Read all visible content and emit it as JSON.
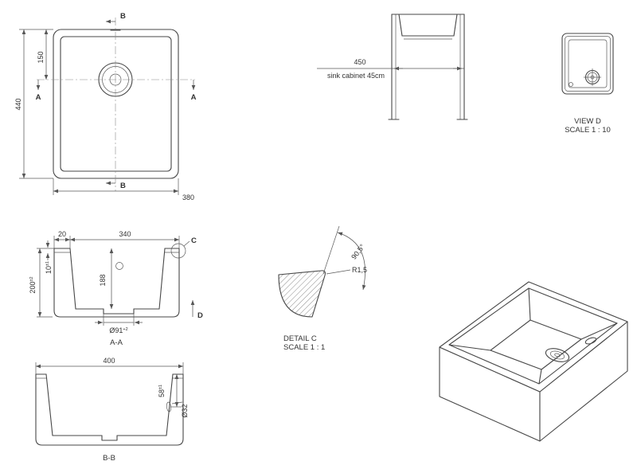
{
  "plan_view": {
    "section_a_label": "A",
    "section_b_label": "B",
    "dim_height": "440",
    "dim_drain_offset": "150",
    "dim_width": "380"
  },
  "front_view": {
    "dim_width": "450",
    "note": "sink cabinet 45cm"
  },
  "view_d": {
    "title": "VIEW D",
    "scale": "SCALE 1 : 10"
  },
  "section_aa": {
    "caption": "A-A",
    "dim_rim_width": "20",
    "dim_bowl_width": "340",
    "dim_total_depth": "200",
    "dim_total_depth_tol": "±2",
    "dim_rim_thickness": "10",
    "dim_rim_thickness_tol": "±1",
    "dim_bowl_depth": "188",
    "dim_drain_dia": "Ø91",
    "dim_drain_dia_tol": "+2",
    "detail_marker": "C",
    "view_marker": "D"
  },
  "detail_c": {
    "caption": "DETAIL C",
    "scale": "SCALE 1 : 1",
    "radius": "R1,5",
    "angle": "90,5°"
  },
  "section_bb": {
    "caption": "B-B",
    "dim_width": "400",
    "dim_overflow_offset": "58",
    "dim_overflow_offset_tol": "±1",
    "dim_overflow_dia": "Ø32"
  }
}
